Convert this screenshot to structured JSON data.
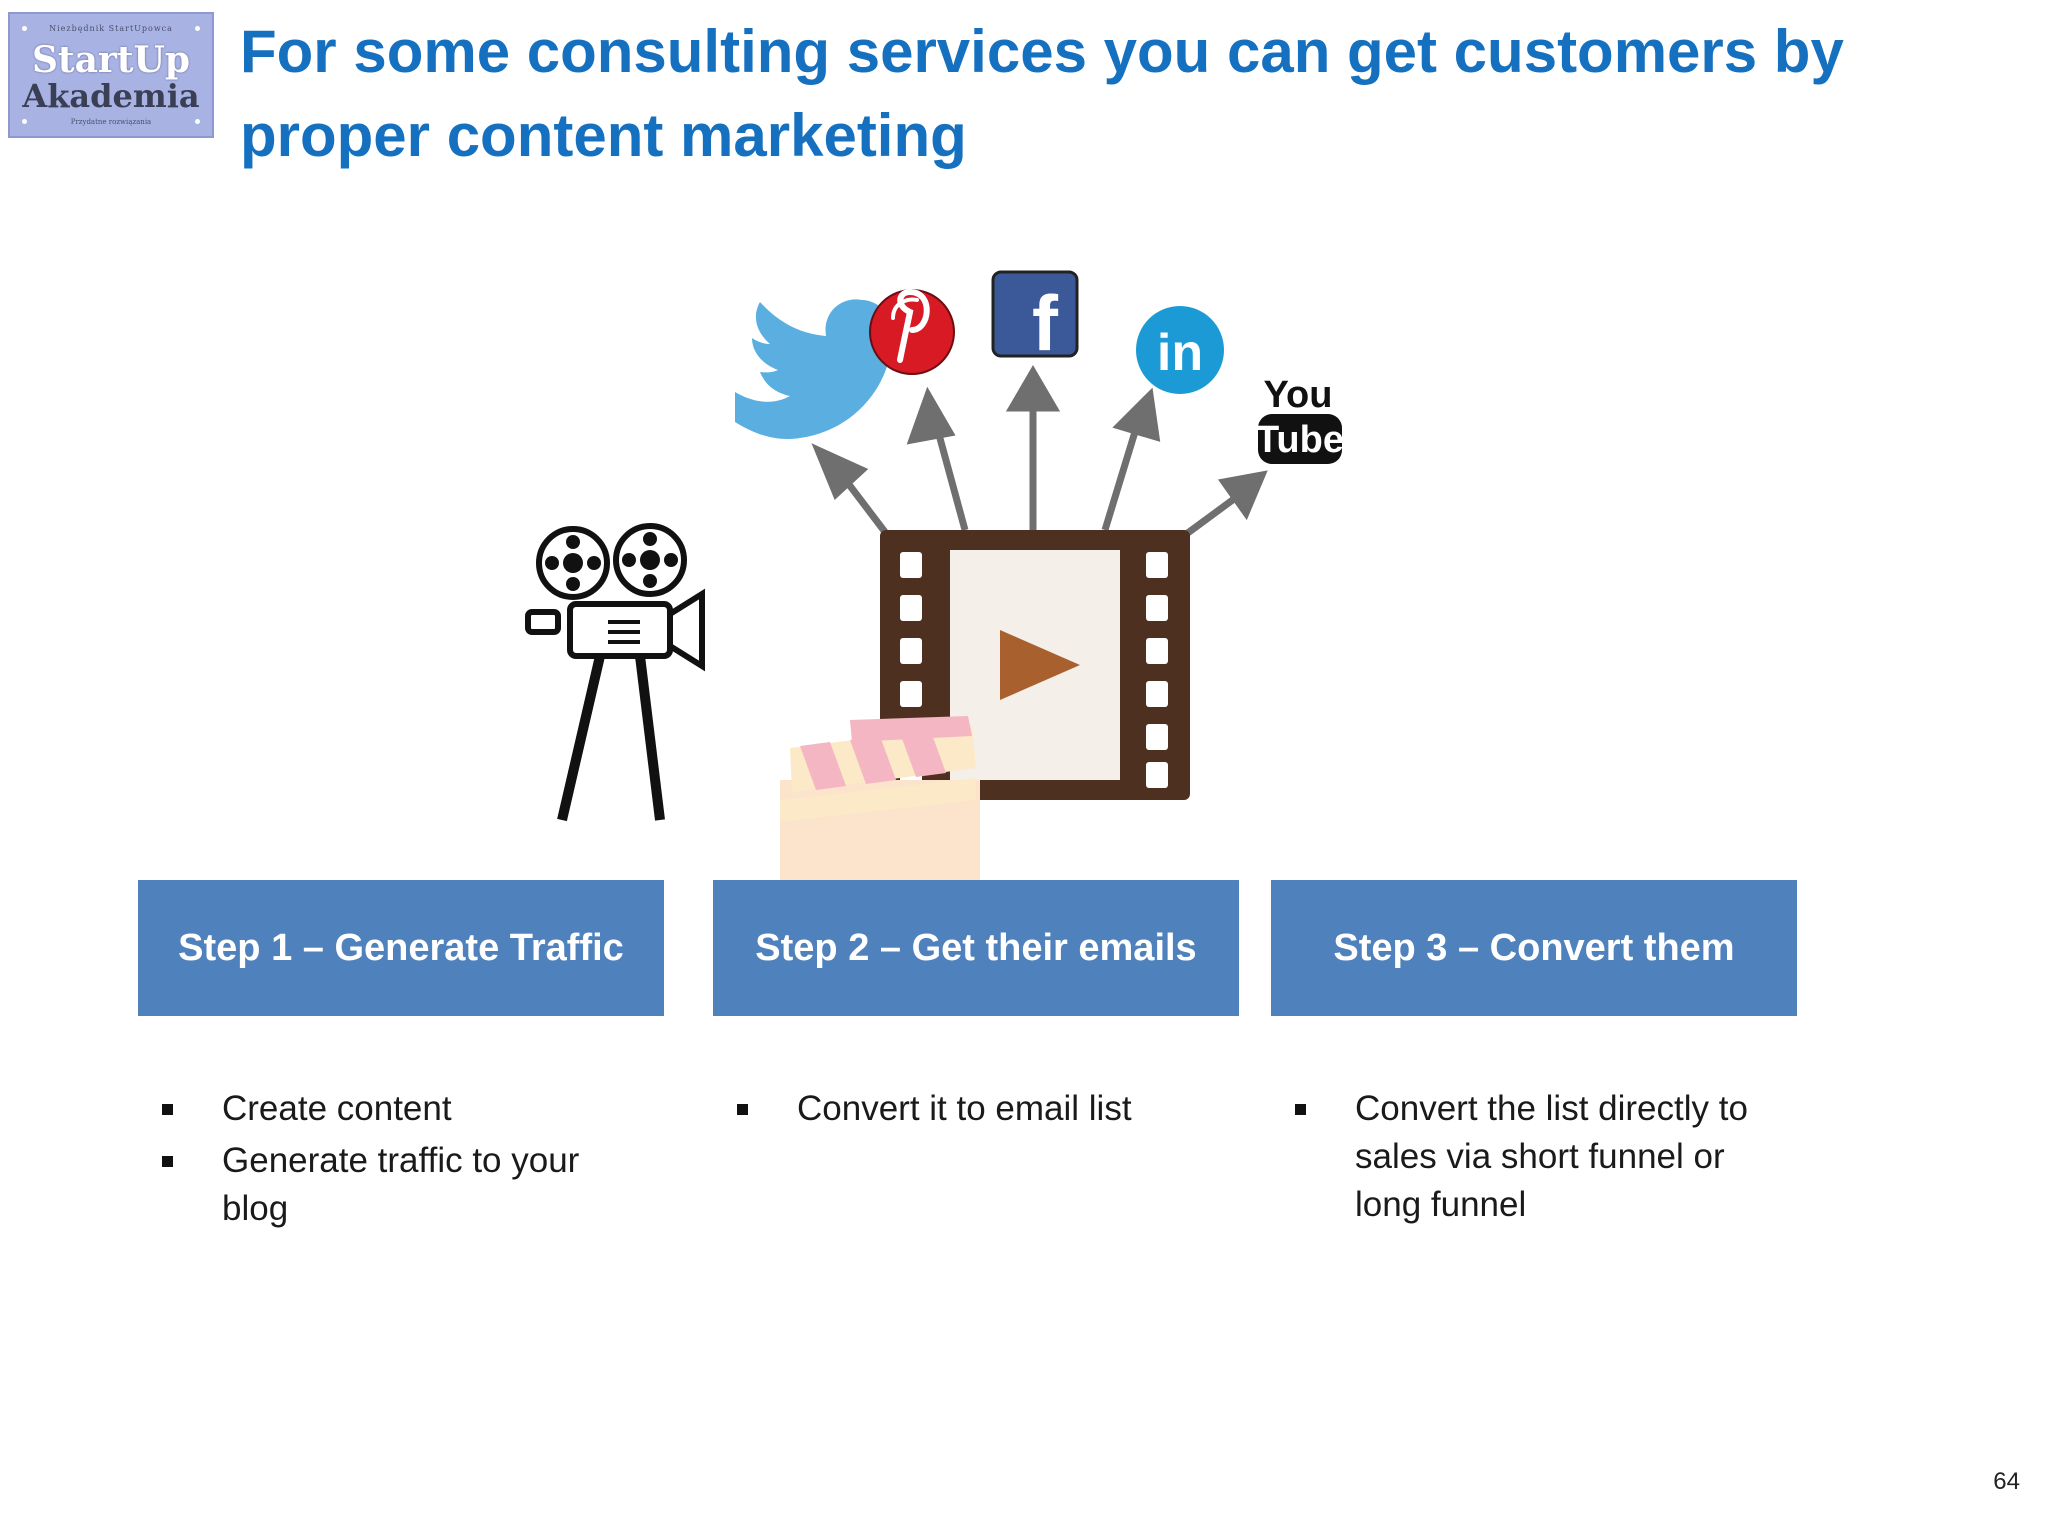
{
  "logo": {
    "top_text": "Niezbędnik StartUpowca",
    "line1": "StartUp",
    "line2": "Akademia",
    "bottom_text": "Przydatne rozwiązania"
  },
  "title": "For some consulting services you can get customers by proper content marketing",
  "illustration": {
    "icons": [
      "twitter-icon",
      "pinterest-icon",
      "facebook-icon",
      "linkedin-icon",
      "youtube-icon",
      "movie-camera-icon",
      "film-strip-icon",
      "play-icon",
      "clapperboard-icon"
    ],
    "youtube_line1": "You",
    "youtube_line2": "Tube",
    "linkedin_text": "in",
    "facebook_text": "f",
    "colors": {
      "twitter": "#5aaee0",
      "pinterest": "#d71a24",
      "facebook": "#3b5998",
      "linkedin": "#1b9ad6",
      "film": "#4e3020",
      "play": "#a9602f",
      "arrow": "#666666"
    }
  },
  "steps": [
    {
      "label": "Step 1 – Generate Traffic",
      "bullets": [
        "Create content",
        "Generate traffic to your blog"
      ]
    },
    {
      "label": "Step 2 – Get their emails",
      "bullets": [
        "Convert it to email list"
      ]
    },
    {
      "label": "Step 3 – Convert them",
      "bullets": [
        "Convert the list directly to sales via short funnel or long funnel"
      ]
    }
  ],
  "colors": {
    "title": "#1570bf",
    "step_box": "#4f81bd"
  },
  "page_number": "64"
}
